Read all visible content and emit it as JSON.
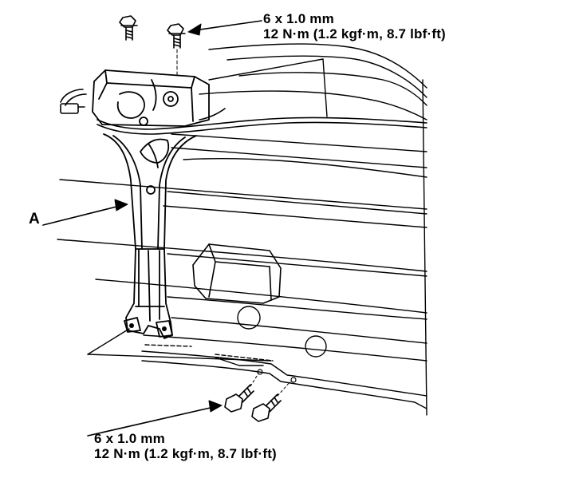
{
  "callouts": {
    "top": {
      "size": "6 x 1.0 mm",
      "torque": "12 N·m (1.2 kgf·m, 8.7 lbf·ft)"
    },
    "bottom": {
      "size": "6 x 1.0 mm",
      "torque": "12 N·m (1.2 kgf·m, 8.7 lbf·ft)"
    },
    "part_a": "A"
  },
  "colors": {
    "ink": "#000000",
    "background": "#ffffff"
  }
}
